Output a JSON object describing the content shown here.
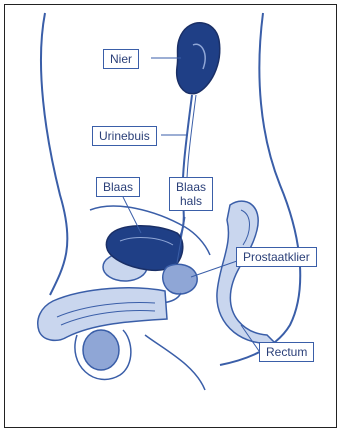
{
  "figure": {
    "labels": {
      "nier": "Nier",
      "urinebuis": "Urinebuis",
      "blaas": "Blaas",
      "blaashals": "Blaas\nhals",
      "prostaatklier": "Prostaatklier",
      "rectum": "Rectum"
    },
    "colors": {
      "ink": "#3a5ea8",
      "fill_dark": "#1f3f86",
      "fill_light": "#c9d6ee",
      "fill_mid": "#8fa6d6",
      "label_text": "#2a3f78"
    }
  }
}
